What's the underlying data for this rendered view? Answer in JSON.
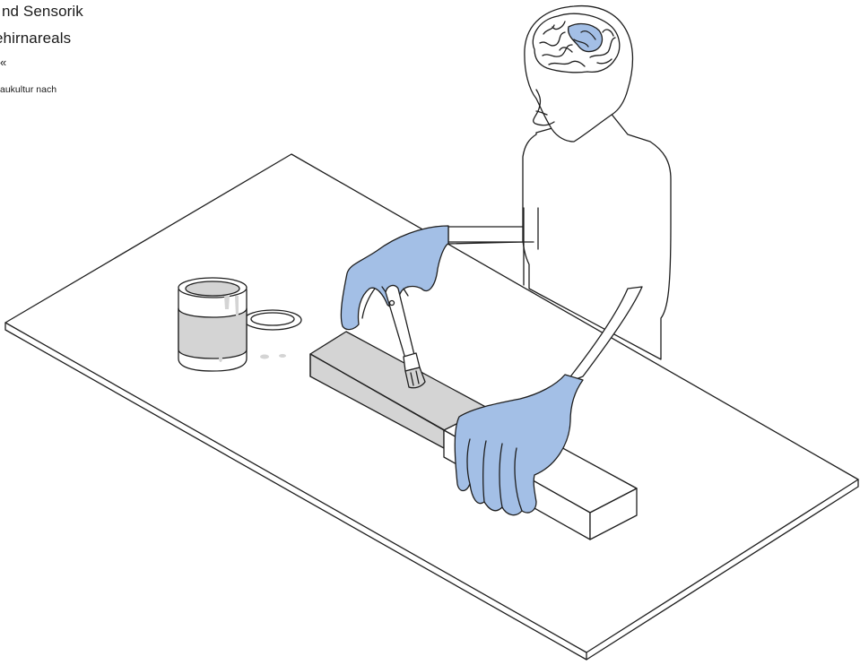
{
  "caption": {
    "line1": "nd Sensorik",
    "line2": "ehirnareals",
    "mark": "«",
    "subline": "aukultur nach"
  },
  "colors": {
    "glove_blue": "#a3bfe6",
    "paint_gray": "#d4d4d4",
    "outline": "#1e1e1e",
    "background": "#ffffff"
  }
}
